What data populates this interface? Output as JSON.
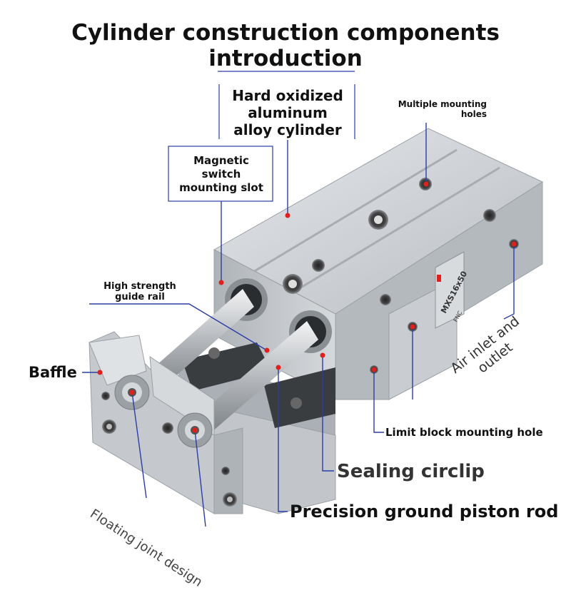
{
  "title": {
    "line1": "Cylinder construction components",
    "line2": "introduction"
  },
  "labels": {
    "hard_oxidized": [
      "Hard oxidized",
      "aluminum",
      "alloy cylinder"
    ],
    "multiple_mounting": [
      "Multiple mounting",
      "holes"
    ],
    "magnetic_switch": [
      "Magnetic",
      "switch",
      "mounting slot"
    ],
    "guide_rail": [
      "High strength",
      "guide rail"
    ],
    "baffle": "Baffle",
    "air_inlet": [
      "Air inlet and",
      "outlet"
    ],
    "limit_block": "Limit block mounting hole",
    "sealing_circlip": "Sealing circlip",
    "piston_rod": "Precision ground piston rod",
    "floating_joint": "Floating joint design"
  },
  "product": {
    "model": "MXS16x50",
    "brand": "FNC"
  },
  "colors": {
    "callout_line": "#2b3ea8",
    "marker": "#e0201c",
    "body": "#c3c7cb",
    "body_dark": "#9ea3a8"
  }
}
